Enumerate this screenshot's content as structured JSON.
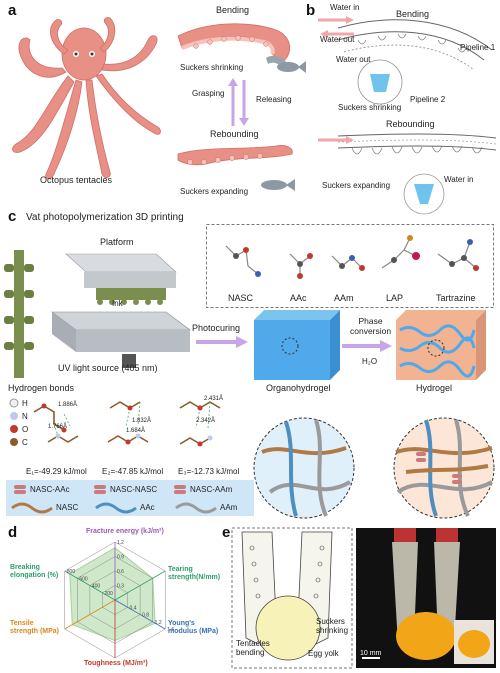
{
  "panels": {
    "a": {
      "label": "a",
      "octopus_caption": "Octopus tentacles",
      "bending": "Bending",
      "suckers_shrinking": "Suckers shrinking",
      "grasping": "Grasping",
      "releasing": "Releasing",
      "rebounding": "Rebounding",
      "suckers_expanding": "Suckers expanding"
    },
    "b": {
      "label": "b",
      "water_in": "Water in",
      "bending": "Bending",
      "water_out": "Water out",
      "pipeline1": "Pipeline 1",
      "water_out2": "Water out",
      "pipeline2": "Pipeline 2",
      "suckers_shrinking": "Suckers shrinking",
      "rebounding": "Rebounding",
      "suckers_expanding": "Suckers expanding",
      "water_in2": "Water in"
    },
    "c": {
      "label": "c",
      "title": "Vat photopolymerization 3D printing",
      "platform": "Platform",
      "ink": "Ink",
      "uv": "UV light source (405 nm)",
      "molecules": [
        "NASC",
        "AAc",
        "AAm",
        "LAP",
        "Tartrazine"
      ],
      "photocuring": "Photocuring",
      "phase_conversion": "Phase\nconversion",
      "h2o": "H₂O",
      "organohydrogel": "Organohydrogel",
      "hydrogel": "Hydrogel",
      "hbonds_title": "Hydrogen bonds",
      "atoms": [
        "H",
        "N",
        "O",
        "C"
      ],
      "bond_lengths_1": [
        "1.886Å",
        "1.766Å"
      ],
      "bond_lengths_2": [
        "1.832Å",
        "1.684Å"
      ],
      "bond_lengths_3": [
        "2.431Å",
        "2.342Å"
      ],
      "energies": [
        "E₁=-49.29 kJ/mol",
        "E₂=-47.85 kJ/mol",
        "E₃=-12.73 kJ/mol"
      ],
      "legend": [
        "NASC-AAc",
        "NASC-NASC",
        "NASC-AAm",
        "NASC",
        "AAc",
        "AAm"
      ]
    },
    "d": {
      "label": "d",
      "axes": [
        "Fracture energy (kJ/m²)",
        "Tearing strength(N/mm)",
        "Young's modulus (MPa)",
        "Toughness (MJ/m³)",
        "Tensile strength (MPa)",
        "Breaking elongation (%)"
      ],
      "axis_colors": [
        "#9b59b6",
        "#2e9e6a",
        "#3a6fb6",
        "#c0392b",
        "#d4881c",
        "#2e9e6a"
      ],
      "ticks": [
        "1.2",
        "0.9",
        "0.6",
        "0.3",
        "800",
        "600",
        "400",
        "200",
        "0.4",
        "0.8",
        "1.2",
        "1.6",
        "2.0"
      ]
    },
    "e": {
      "label": "e",
      "tentacles_bending": "Tentacles\nbending",
      "suckers_shrinking": "Suckers\nshrinking",
      "egg_yolk": "Egg yolk",
      "scale_bar": "10 mm"
    }
  },
  "colors": {
    "tentacle": "#e88f86",
    "tentacle_light": "#f6c3bb",
    "arrow_pink": "#f2a7a7",
    "arrow_purple": "#c7a6e8",
    "blue_block": "#4fa9ea",
    "nasc": "#b07a45",
    "aac": "#4f8fc0",
    "aam": "#9a9a9a"
  }
}
